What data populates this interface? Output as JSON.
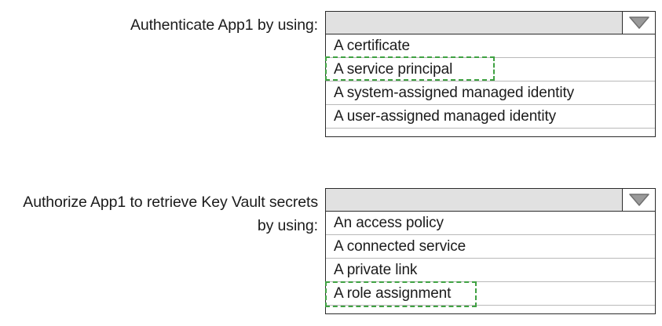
{
  "questions": [
    {
      "prompt": "Authenticate App1 by using:",
      "dropdown": {
        "selected_value": "",
        "arrow_icon": "chevron-down-icon",
        "options": [
          "A certificate",
          "A service principal",
          "A system-assigned managed identity",
          "A user-assigned managed identity"
        ],
        "highlighted_option_index": 1
      }
    },
    {
      "prompt": "Authorize App1 to retrieve Key Vault secrets by using:",
      "dropdown": {
        "selected_value": "",
        "arrow_icon": "chevron-down-icon",
        "options": [
          "An access policy",
          "A connected service",
          "A private link",
          "A role assignment"
        ],
        "highlighted_option_index": 3
      }
    }
  ],
  "colors": {
    "highlight_green": "#3fa142",
    "combo_fill": "#e1e1e1",
    "border_dark": "#2b2b2b",
    "divider": "#b9b9b9",
    "text": "#1b1b1b",
    "page_background": "#ffffff"
  }
}
